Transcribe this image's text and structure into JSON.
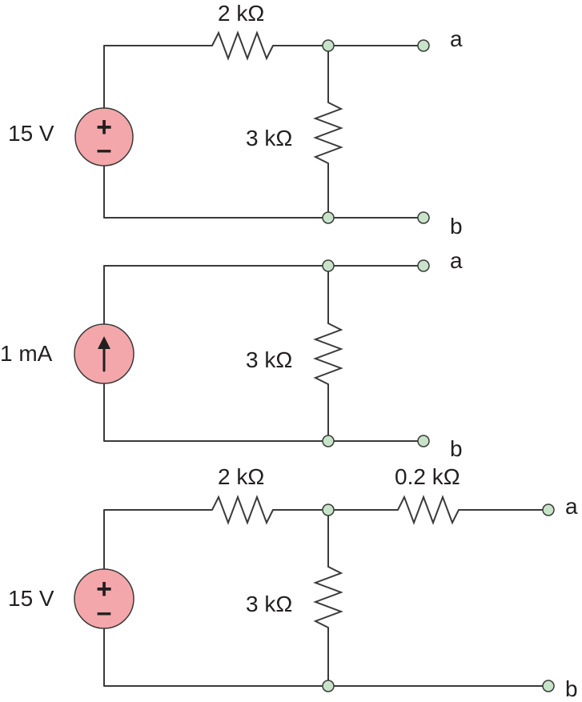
{
  "circuits": [
    {
      "source_label": "15 V",
      "source_type": "voltage",
      "source_plus": "+",
      "source_minus": "–",
      "series_resistor": "2 kΩ",
      "shunt_resistor": "3 kΩ",
      "terminal_top": "a",
      "terminal_bottom": "b"
    },
    {
      "source_label": "1 mA",
      "source_type": "current",
      "shunt_resistor": "3 kΩ",
      "terminal_top": "a",
      "terminal_bottom": "b"
    },
    {
      "source_label": "15 V",
      "source_type": "voltage",
      "source_plus": "+",
      "source_minus": "–",
      "series_resistor": "2 kΩ",
      "shunt_resistor": "3 kΩ",
      "output_resistor": "0.2 kΩ",
      "terminal_top": "a",
      "terminal_bottom": "b"
    }
  ],
  "colors": {
    "source_fill": "#f4a7aa",
    "node_fill": "#c8e4c8",
    "wire": "#3a3a3a"
  }
}
